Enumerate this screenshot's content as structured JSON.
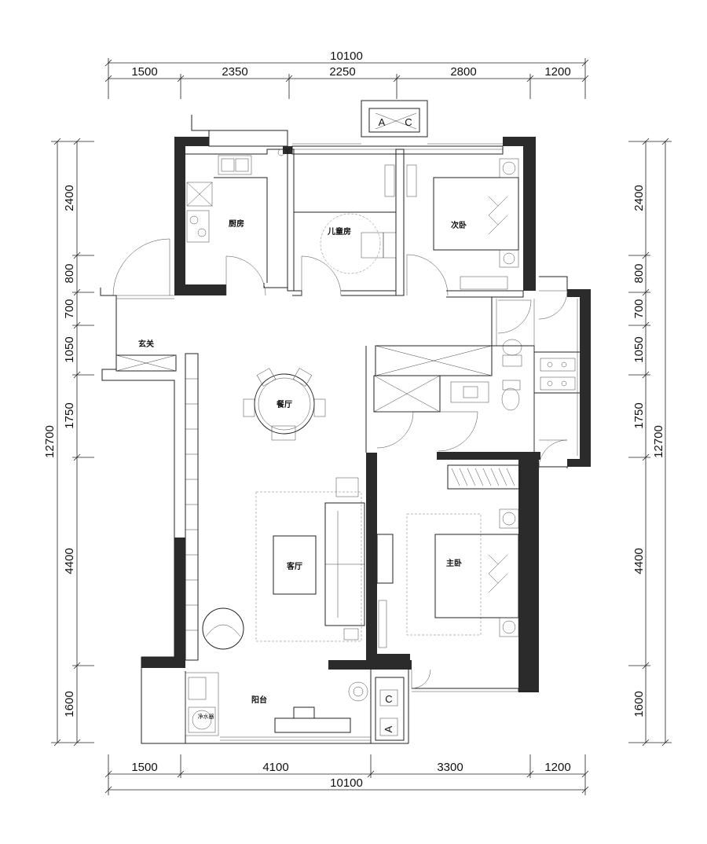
{
  "dimensions": {
    "top_total": "10100",
    "top_segments": [
      "1500",
      "2350",
      "2250",
      "2800",
      "1200"
    ],
    "bottom_total": "10100",
    "bottom_segments": [
      "1500",
      "4100",
      "3300",
      "1200"
    ],
    "left_total": "12700",
    "left_segments": [
      "2400",
      "800",
      "700",
      "1050",
      "1750",
      "4400",
      "1600"
    ],
    "right_total": "12700",
    "right_segments": [
      "2400",
      "800",
      "700",
      "1050",
      "1750",
      "4400",
      "1600"
    ]
  },
  "rooms": {
    "kitchen": "厨房",
    "kids_room": "儿童房",
    "second_bedroom": "次卧",
    "entrance": "玄关",
    "dining": "餐厅",
    "living": "客厅",
    "master_bedroom": "主卧",
    "balcony": "阳台"
  },
  "labels": {
    "ac_unit_top_a": "A",
    "ac_unit_top_c": "C",
    "ac_unit_bottom_a": "A",
    "ac_unit_bottom_c": "C",
    "water_heater": "净水器"
  }
}
